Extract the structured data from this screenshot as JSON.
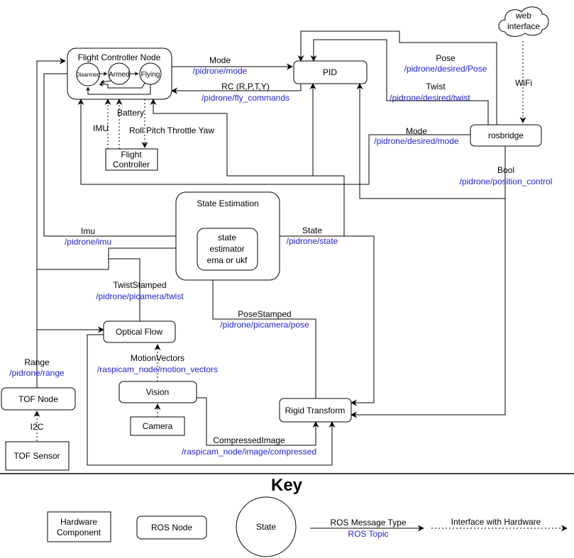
{
  "nodes": {
    "flight_controller_node": "Flight Controller Node",
    "disarmed": "Disarmed",
    "armed": "Armed",
    "flying": "Flying",
    "pid": "PID",
    "web_interface_line1": "web",
    "web_interface_line2": "interface",
    "rosbridge": "rosbridge",
    "flight_controller_line1": "Flight",
    "flight_controller_line2": "Controller",
    "state_estimation": "State Estimation",
    "state_estimator_line1": "state",
    "state_estimator_line2": "estimator",
    "state_estimator_line3": "ema or ukf",
    "optical_flow": "Optical Flow",
    "vision": "Vision",
    "camera": "Camera",
    "tof_node": "TOF Node",
    "tof_sensor": "TOF Sensor",
    "rigid_transform": "Rigid Transform"
  },
  "edges": {
    "mode_type": "Mode",
    "mode_topic": "/pidrone/mode",
    "rc_type": "RC (R,P,T,Y)",
    "rc_topic": "/pidrone/fly_commands",
    "pose_type": "Pose",
    "pose_topic": "/pidrone/desired/Pose",
    "twist_type": "Twist",
    "twist_topic": "/pidrone/desired/twist",
    "wifi": "WiFi",
    "desired_mode_type": "Mode",
    "desired_mode_topic": "/pidrone/desired/mode",
    "bool_type": "Bool",
    "bool_topic": "/pidrone/position_control",
    "battery": "Battery",
    "imu_hw": "IMU",
    "rpty": "Roll Pitch Throttle Yaw",
    "imu_type": "Imu",
    "imu_topic": "/pidrone/imu",
    "state_type": "State",
    "state_topic": "/pidrone/state",
    "twiststamped_type": "TwistStamped",
    "twiststamped_topic": "/pidrone/picamera/twist",
    "posestamped_type": "PoseStamped",
    "posestamped_topic": "/pidrone/picamera/pose",
    "motionvectors_type": "MotionVectors",
    "motionvectors_topic": "/raspicam_node/motion_vectors",
    "range_type": "Range",
    "range_topic": "/pidrone/range",
    "i2c": "I2C",
    "compressed_type": "CompressedImage",
    "compressed_topic": "/raspicam_node/image/compressed"
  },
  "key": {
    "title": "Key",
    "hardware_line1": "Hardware",
    "hardware_line2": "Component",
    "ros_node": "ROS Node",
    "state": "State",
    "ros_message_type": "ROS Message Type",
    "ros_topic": "ROS Topic",
    "interface_hw": "Interface with Hardware"
  }
}
